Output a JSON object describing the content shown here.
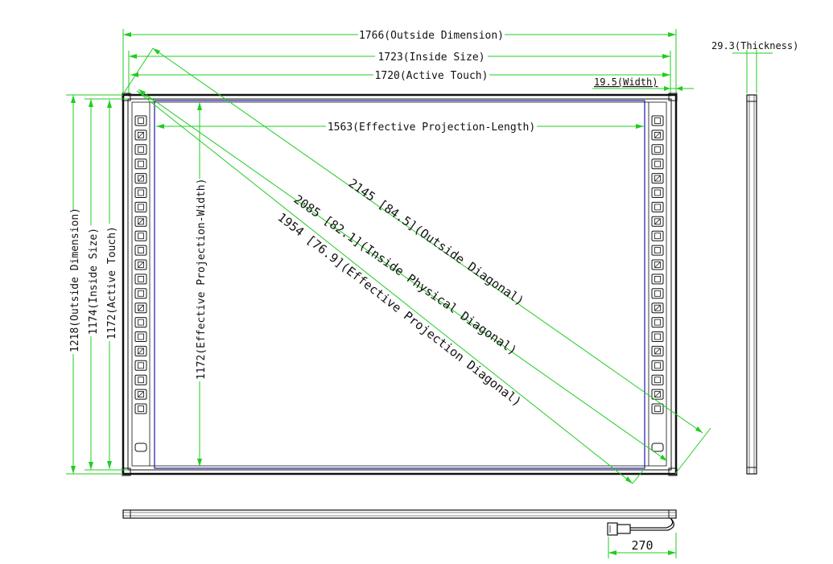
{
  "dimensions": {
    "outside_width": "1766(Outside Dimension)",
    "inside_width": "1723(Inside Size)",
    "active_touch_width": "1720(Active Touch)",
    "frame_width": "19.5(Width)",
    "thickness": "29.3(Thickness)",
    "effective_projection_length": "1563(Effective Projection-Length)",
    "outside_diagonal": "2145 [84.5](Outside Diagonal)",
    "inside_diagonal": "2085 [82.1](Inside Physical Diagonal)",
    "effective_diagonal": "1954 [76.9](Effective Projection Diagonal)",
    "outside_height": "1218(Outside Dimension)",
    "inside_height": "1174(Inside Size)",
    "active_touch_height": "1172(Active Touch)",
    "effective_projection_width": "1172(Effective Projection-Width)",
    "cable_length": "270"
  },
  "colors": {
    "dimension_lines": "#22cc22",
    "projection_area": "#1a1aa8",
    "outline": "#111111"
  },
  "shortcut_buttons": {
    "per_side": 21,
    "icons": [
      "pen-icon",
      "eraser-icon",
      "select-icon",
      "page-icon",
      "zoom-icon",
      "undo-icon",
      "redo-icon",
      "keyboard-icon",
      "menu-icon"
    ]
  }
}
